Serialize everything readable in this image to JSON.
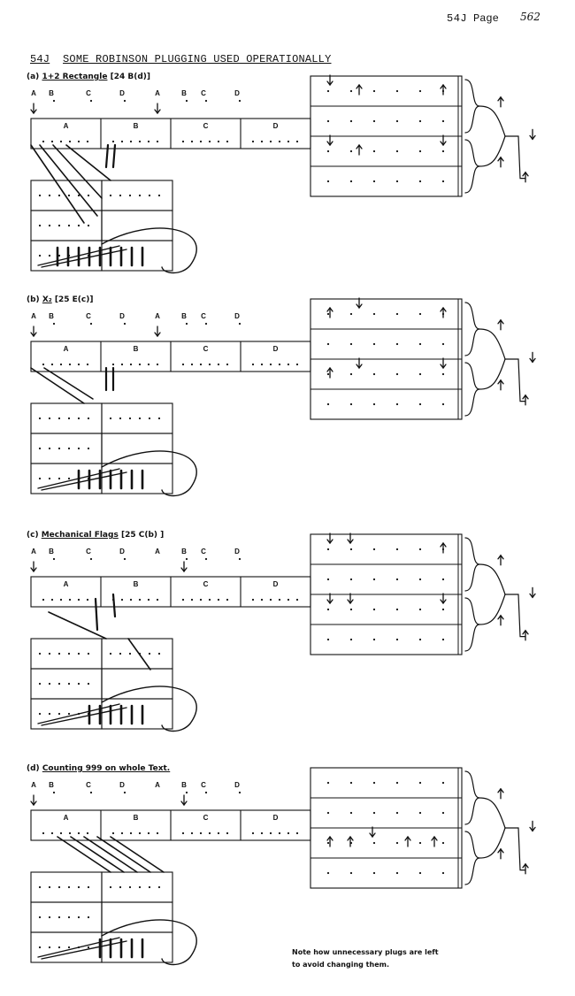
{
  "header": {
    "ref": "54J",
    "page_label": "Page",
    "page_number": "562"
  },
  "title": {
    "ref": "54J",
    "text": "SOME ROBINSON PLUGGING USED OPERATIONALLY"
  },
  "bank_letters": [
    "A",
    "B",
    "C",
    "D",
    "A",
    "B",
    "C",
    "D"
  ],
  "panel_letters": [
    "A",
    "B",
    "C",
    "D"
  ],
  "sections": [
    {
      "id": "a",
      "marker": "(a)",
      "label": "1+2 Rectangle",
      "ref": "[24 B(d)]"
    },
    {
      "id": "b",
      "marker": "(b)",
      "label": "X₂",
      "ref": "[25 E(c)]"
    },
    {
      "id": "c",
      "marker": "(c)",
      "label": "Mechanical Flags",
      "ref": "[25 C(b)   ]"
    },
    {
      "id": "d",
      "marker": "(d)",
      "label": "Counting 999 on whole Text.",
      "ref": ""
    }
  ],
  "note": {
    "line1": "Note how unnecessary plugs are left",
    "line2": "to avoid changing them."
  }
}
